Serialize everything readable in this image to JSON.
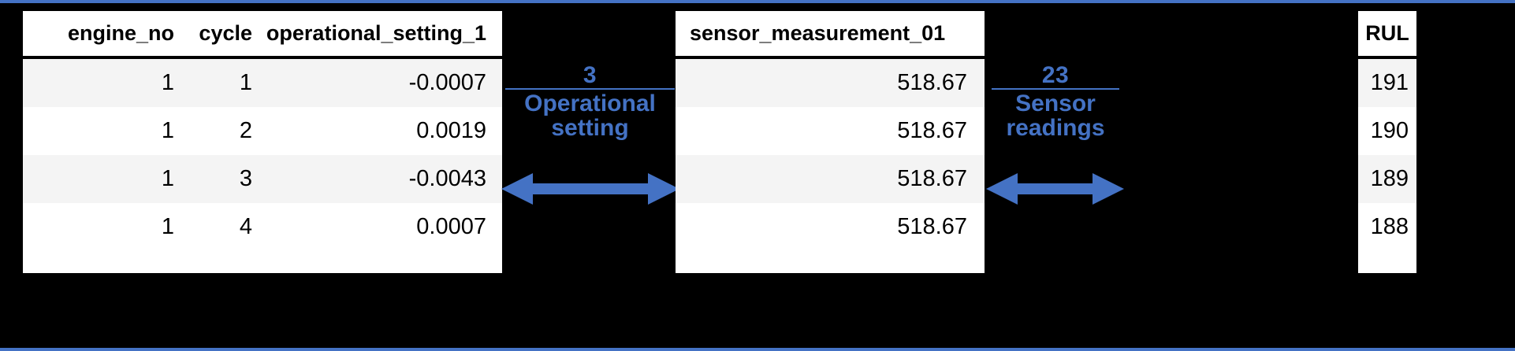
{
  "theme": {
    "background": "#000000",
    "accent_blue": "#4472c4",
    "table_bg": "#ffffff",
    "row_alt_bg": "#f4f4f4",
    "text_color": "#000000"
  },
  "tables": {
    "left": {
      "name": "features-table",
      "columns": [
        "engine_no",
        "cycle",
        "operational_setting_1"
      ],
      "rows": [
        [
          "1",
          "1",
          "-0.0007"
        ],
        [
          "1",
          "2",
          "0.0019"
        ],
        [
          "1",
          "3",
          "-0.0043"
        ],
        [
          "1",
          "4",
          "0.0007"
        ]
      ]
    },
    "sensor": {
      "name": "sensor-table",
      "columns": [
        "sensor_measurement_01"
      ],
      "rows": [
        [
          "518.67"
        ],
        [
          "518.67"
        ],
        [
          "518.67"
        ],
        [
          "518.67"
        ]
      ]
    },
    "rul": {
      "name": "rul-table",
      "columns": [
        "RUL"
      ],
      "rows": [
        [
          "191"
        ],
        [
          "190"
        ],
        [
          "189"
        ],
        [
          "188"
        ]
      ]
    }
  },
  "annotations": [
    {
      "id": "operational-setting",
      "count": "3",
      "label_line_1": "Operational",
      "label_line_2": "setting",
      "arrow": "double-headed-horizontal-arrow",
      "color": "#4472c4"
    },
    {
      "id": "sensor-readings",
      "count": "23",
      "label_line_1": "Sensor",
      "label_line_2": "readings",
      "arrow": "double-headed-horizontal-arrow",
      "color": "#4472c4"
    }
  ]
}
